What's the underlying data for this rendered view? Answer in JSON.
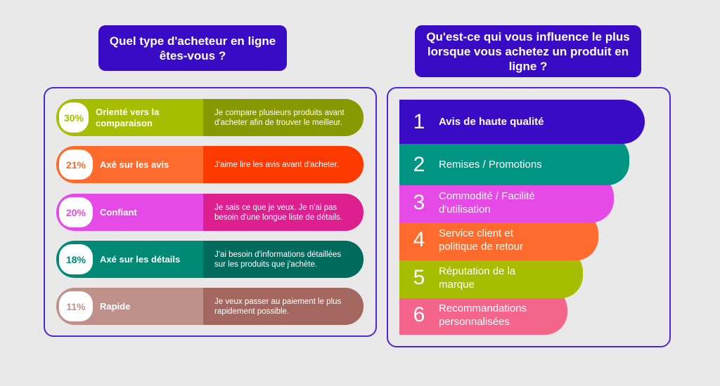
{
  "left": {
    "title": "Quel type d'acheteur en ligne êtes-vous ?",
    "rows": [
      {
        "pct": "30%",
        "label": "Orienté vers la comparaison",
        "desc": "Je compare plusieurs produits avant d'acheter afin de trouver le meilleur.",
        "color_left": "#a6bd00",
        "color_right": "#879800"
      },
      {
        "pct": "21%",
        "label": "Axé sur les avis",
        "desc": "J'aime lire les avis avant d'acheter.",
        "color_left": "#ff6b2c",
        "color_right": "#ff3a00"
      },
      {
        "pct": "20%",
        "label": "Confiant",
        "desc": "Je sais ce que je veux. Je n'ai pas besoin d'une longue liste de détails.",
        "color_left": "#e54ae6",
        "color_right": "#de1f8f"
      },
      {
        "pct": "18%",
        "label": "Axé sur les détails",
        "desc": "J'ai besoin d'informations détaillées sur les produits que j'achète.",
        "color_left": "#008a76",
        "color_right": "#006a5c"
      },
      {
        "pct": "11%",
        "label": "Rapide",
        "desc": "Je veux passer au paiement le plus rapidement possible.",
        "color_left": "#c0918a",
        "color_right": "#a3675f"
      }
    ]
  },
  "right": {
    "title": "Qu'est-ce qui vous influence le plus lorsque vous achetez un produit en ligne ?",
    "items": [
      {
        "rank": "1",
        "label": "Avis de haute qualité",
        "color": "#3a0bc4"
      },
      {
        "rank": "2",
        "label": "Remises / Promotions",
        "color": "#009583"
      },
      {
        "rank": "3",
        "label": "Commodité / Facilité d'utilisation",
        "color": "#e54ae6"
      },
      {
        "rank": "4",
        "label": "Service client et politique de retour",
        "color": "#ff6b2c"
      },
      {
        "rank": "5",
        "label": "Réputation de la marque",
        "color": "#a6bd00"
      },
      {
        "rank": "6",
        "label": "Recommandations personnalisées",
        "color": "#f5648a"
      }
    ]
  }
}
